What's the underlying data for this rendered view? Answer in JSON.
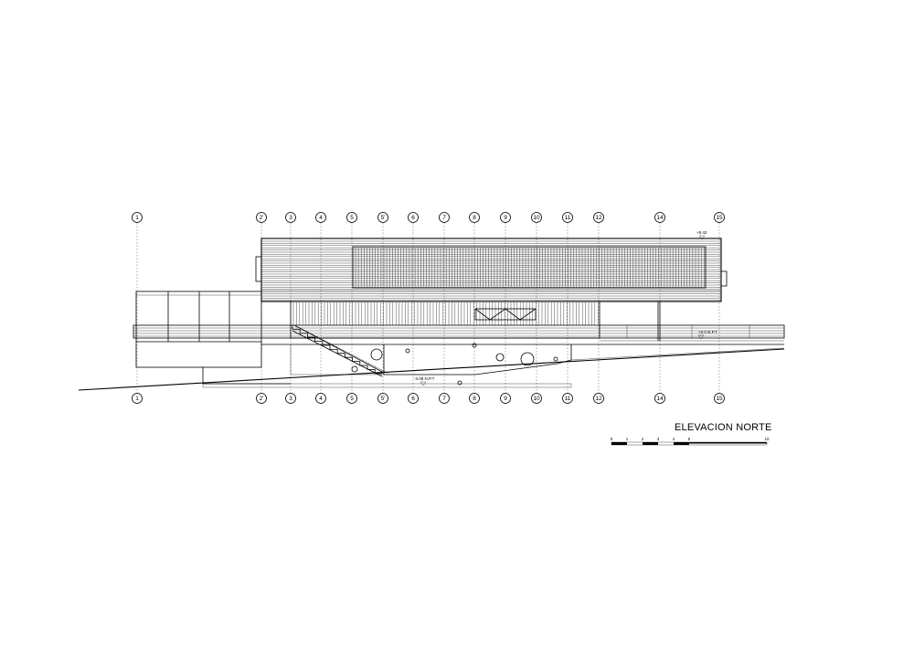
{
  "drawing": {
    "title": "ELEVACION NORTE",
    "axes": [
      "1",
      "2'",
      "3",
      "4",
      "5",
      "5'",
      "6",
      "7",
      "8",
      "9",
      "10",
      "11",
      "12",
      "14",
      "15"
    ],
    "levels": {
      "top": "+8.42",
      "entry": "+0.0 N.P.T",
      "lower": "-3.08 N.P.T"
    },
    "scale": {
      "labels": [
        "0",
        "1",
        "2",
        "3",
        "4",
        "5",
        "10"
      ]
    }
  }
}
